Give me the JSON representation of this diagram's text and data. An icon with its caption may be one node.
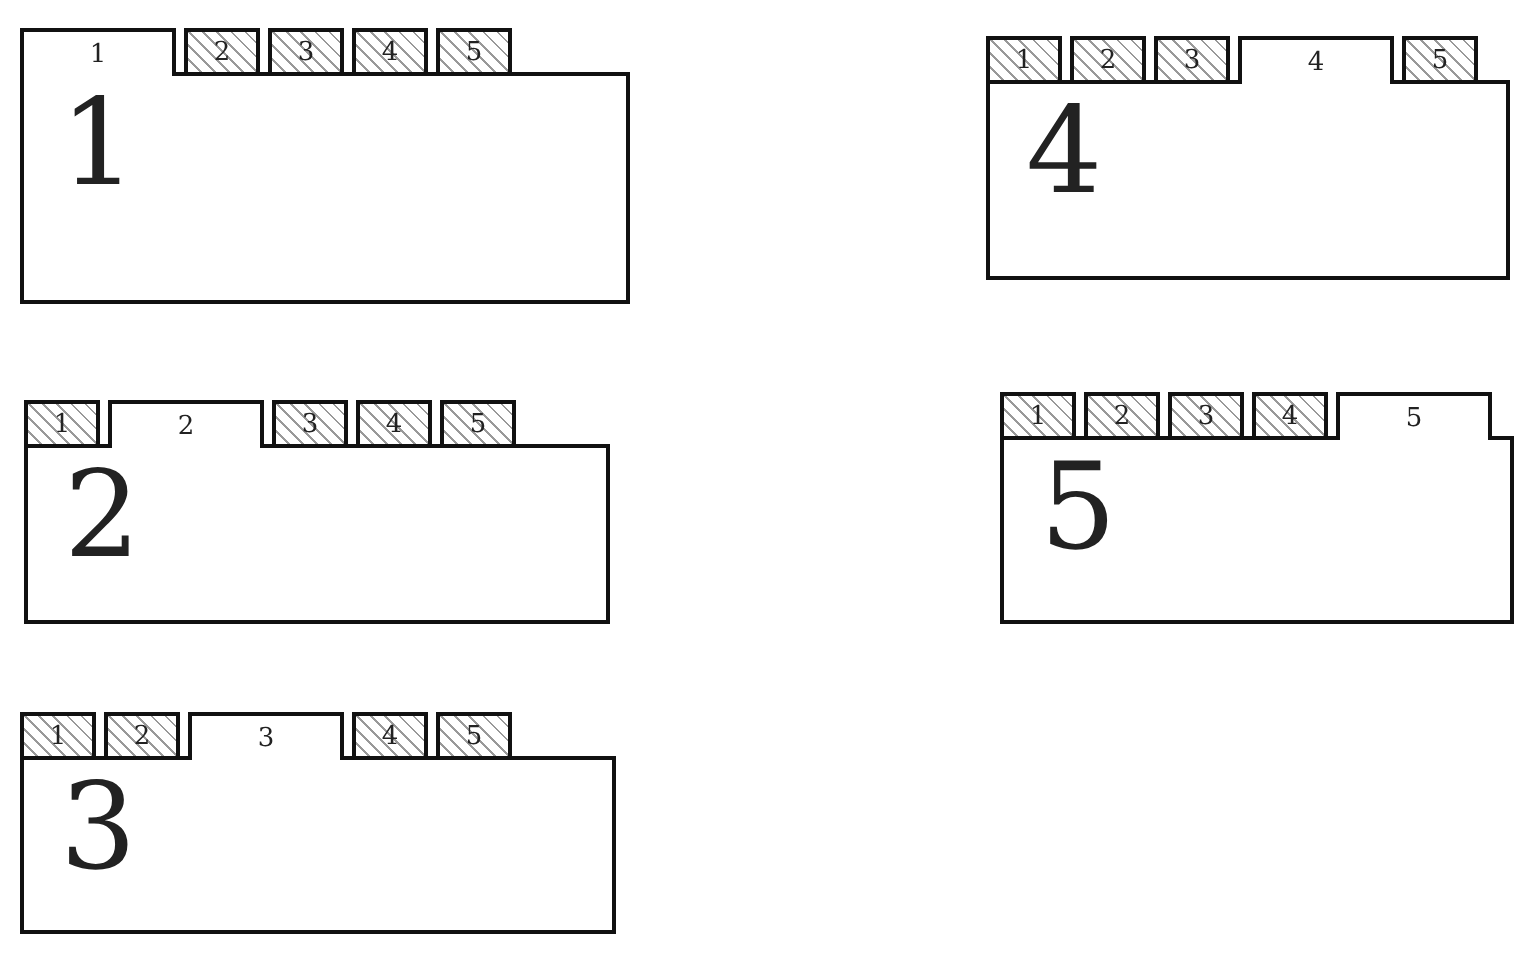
{
  "diagram": {
    "nodes": [
      {
        "text": [
          "1"
        ]
      },
      {
        "text": [
          "2"
        ]
      },
      {
        "text": [
          "3"
        ]
      },
      {
        "text": [
          "4"
        ]
      },
      {
        "text": [
          "5"
        ]
      },
      {
        "text": [
          "1"
        ]
      },
      {
        "text": [
          "1"
        ]
      },
      {
        "text": [
          "2"
        ]
      },
      {
        "text": [
          "3"
        ]
      },
      {
        "text": [
          "4"
        ]
      },
      {
        "text": [
          "5"
        ]
      },
      {
        "text": [
          "2"
        ]
      },
      {
        "text": [
          "1"
        ]
      },
      {
        "text": [
          "2"
        ]
      },
      {
        "text": [
          "3"
        ]
      },
      {
        "text": [
          "4"
        ]
      },
      {
        "text": [
          "5"
        ]
      },
      {
        "text": [
          "3"
        ]
      },
      {
        "text": [
          "1"
        ]
      },
      {
        "text": [
          "2"
        ]
      },
      {
        "text": [
          "3"
        ]
      },
      {
        "text": [
          "4"
        ]
      },
      {
        "text": [
          "5"
        ]
      },
      {
        "text": [
          "4"
        ]
      },
      {
        "text": [
          "1"
        ]
      },
      {
        "text": [
          "2"
        ]
      },
      {
        "text": [
          "3"
        ]
      },
      {
        "text": [
          "4"
        ]
      },
      {
        "text": [
          "5"
        ]
      },
      {
        "text": [
          "5"
        ]
      }
    ]
  }
}
